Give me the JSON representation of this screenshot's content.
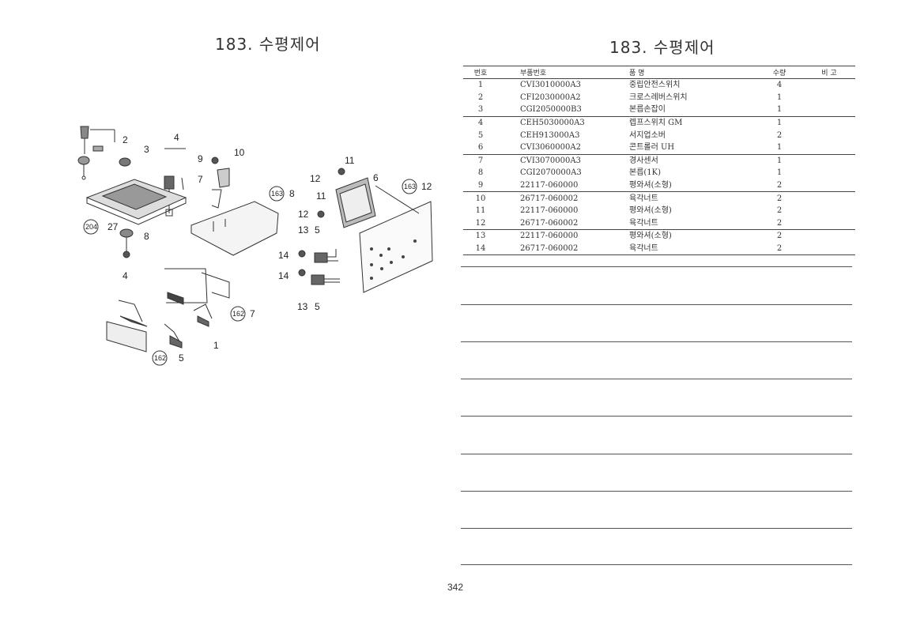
{
  "page": {
    "left_title": "183. 수평제어",
    "right_title": "183. 수평제어",
    "page_number": "342"
  },
  "diagram": {
    "labels": [
      "2",
      "3",
      "4",
      "9",
      "10",
      "7",
      "11",
      "12",
      "6",
      "163",
      "8",
      "163",
      "12",
      "11",
      "12",
      "204",
      "27",
      "8",
      "13",
      "5",
      "14",
      "14",
      "13",
      "5",
      "4",
      "162",
      "7",
      "1",
      "162",
      "5"
    ]
  },
  "table": {
    "headers": [
      "번호",
      "부품번호",
      "품    명",
      "수량",
      "비  고"
    ],
    "rows": [
      {
        "no": "1",
        "part": "CVI3010000A3",
        "name": "중립안전스위치",
        "qty": "4",
        "remark": ""
      },
      {
        "no": "2",
        "part": "CFI2030000A2",
        "name": "크로스레버스위치",
        "qty": "1",
        "remark": ""
      },
      {
        "no": "3",
        "part": "CGI2050000B3",
        "name": "본릅손잡이",
        "qty": "1",
        "remark": ""
      },
      {
        "no": "4",
        "part": "CEH5030000A3",
        "name": "렙프스위치 GM",
        "qty": "1",
        "remark": ""
      },
      {
        "no": "5",
        "part": "CEH913000A3",
        "name": "서지업소버",
        "qty": "2",
        "remark": ""
      },
      {
        "no": "6",
        "part": "CVI3060000A2",
        "name": "콘트롤러 UH",
        "qty": "1",
        "remark": ""
      },
      {
        "no": "7",
        "part": "CVI3070000A3",
        "name": "경사센서",
        "qty": "1",
        "remark": ""
      },
      {
        "no": "8",
        "part": "CGI2070000A3",
        "name": "본릅(1K)",
        "qty": "1",
        "remark": ""
      },
      {
        "no": "9",
        "part": "22117-060000",
        "name": "평와셔(소형)",
        "qty": "2",
        "remark": ""
      },
      {
        "no": "10",
        "part": "26717-060002",
        "name": "육각너트",
        "qty": "2",
        "remark": ""
      },
      {
        "no": "11",
        "part": "22117-060000",
        "name": "평와셔(소형)",
        "qty": "2",
        "remark": ""
      },
      {
        "no": "12",
        "part": "26717-060002",
        "name": "육각너트",
        "qty": "2",
        "remark": ""
      },
      {
        "no": "13",
        "part": "22117-060000",
        "name": "평와셔(소형)",
        "qty": "2",
        "remark": ""
      },
      {
        "no": "14",
        "part": "26717-060002",
        "name": "육각너트",
        "qty": "2",
        "remark": ""
      }
    ]
  }
}
